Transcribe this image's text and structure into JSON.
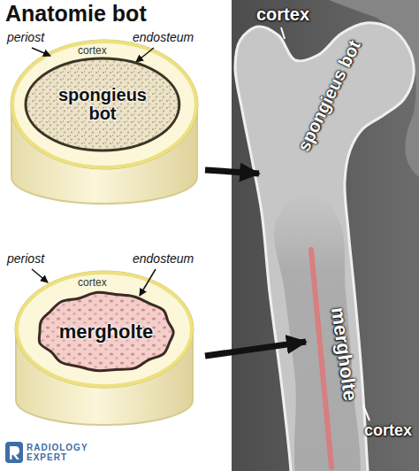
{
  "diagram": {
    "title": "Anatomie bot",
    "nodes": [
      {
        "text": [
          "spongieus bot"
        ]
      },
      {
        "text": [
          "mergholte"
        ]
      }
    ],
    "labels": [
      "periost",
      "endosteum",
      "cortex",
      "periost",
      "endosteum",
      "cortex",
      "cortex",
      "spongieus bot",
      "mergholte",
      "cortex",
      "RADIOLOGY EXPERT"
    ]
  }
}
